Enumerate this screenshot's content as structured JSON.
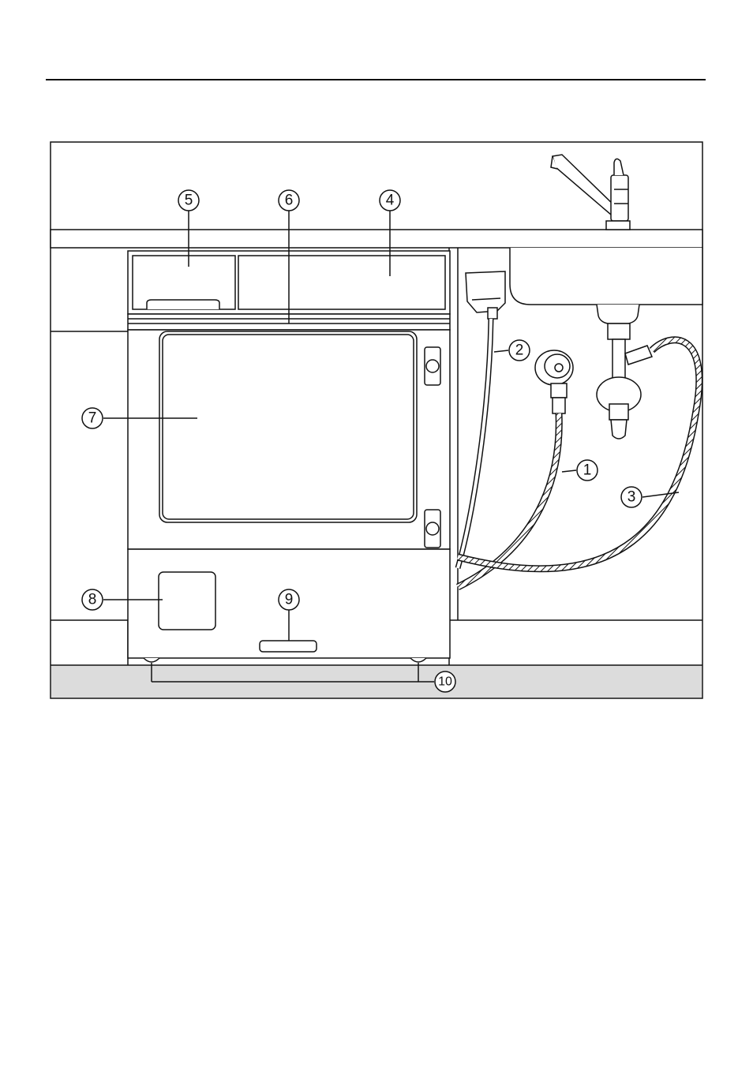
{
  "callouts": [
    {
      "id": "1",
      "label": "1"
    },
    {
      "id": "2",
      "label": "2"
    },
    {
      "id": "3",
      "label": "3"
    },
    {
      "id": "4",
      "label": "4"
    },
    {
      "id": "5",
      "label": "5"
    },
    {
      "id": "6",
      "label": "6"
    },
    {
      "id": "7",
      "label": "7"
    },
    {
      "id": "8",
      "label": "8"
    },
    {
      "id": "9",
      "label": "9"
    },
    {
      "id": "10",
      "label": "10"
    }
  ],
  "colors": {
    "line": "#111111",
    "plinth": "#dcdcdc",
    "background": "#ffffff"
  }
}
